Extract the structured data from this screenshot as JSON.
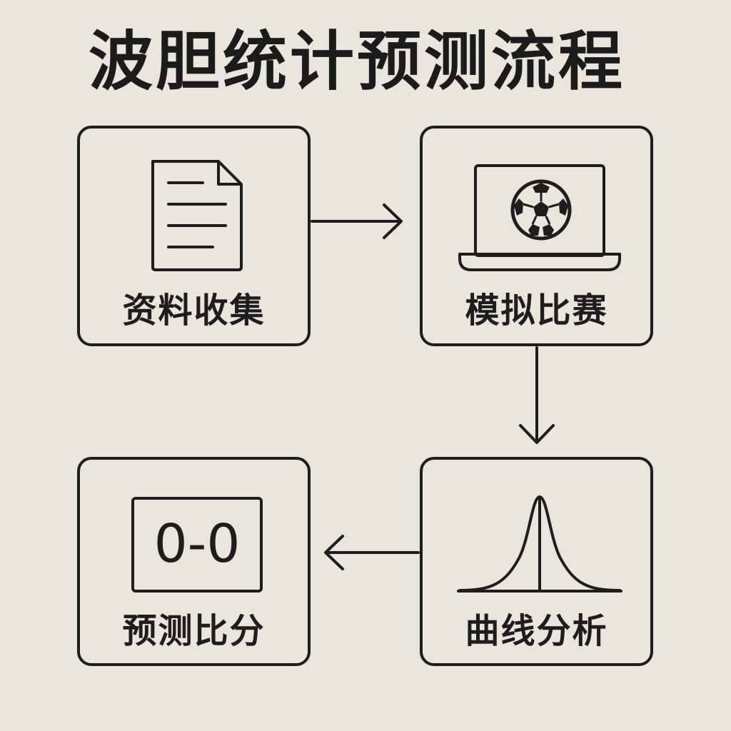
{
  "title": "波胆统计预测流程",
  "steps": {
    "collect": {
      "label": "资料收集",
      "icon": "document-icon"
    },
    "simulate": {
      "label": "模拟比赛",
      "icon": "laptop-soccer-ball-icon"
    },
    "curve": {
      "label": "曲线分析",
      "icon": "bell-curve-icon"
    },
    "predict": {
      "label": "预测比分",
      "icon": "scoreboard-icon",
      "score": "0-0"
    }
  },
  "colors": {
    "background": "#e9e6dd",
    "stroke": "#1d1d1d"
  }
}
